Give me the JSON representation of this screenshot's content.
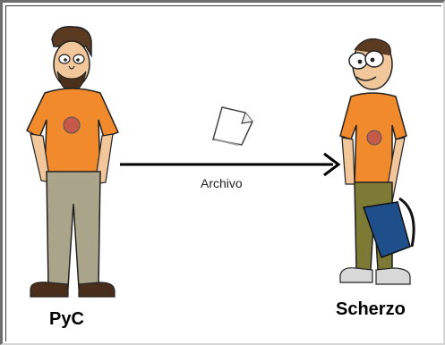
{
  "left_person": {
    "name": "PyC",
    "icon": "person-icon"
  },
  "right_person": {
    "name": "Scherzo",
    "icon": "person-icon"
  },
  "transfer": {
    "label": "Archivo",
    "icon": "document-icon"
  },
  "colors": {
    "shirt": "#f08a2c",
    "pants_left": "#a9a48a",
    "pants_right": "#7d7a36",
    "backpack": "#1f4f8a"
  }
}
